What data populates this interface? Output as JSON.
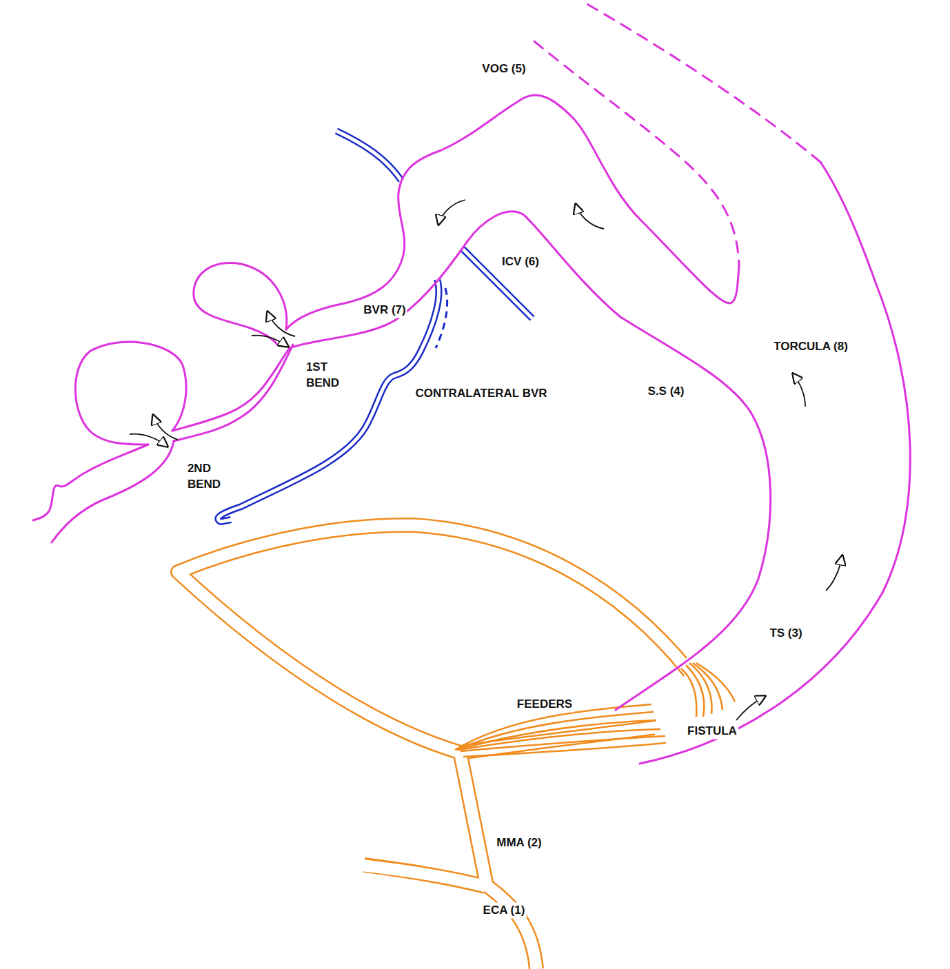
{
  "diagram": {
    "labels": [
      "VOG (5)",
      "ICV (6)",
      "BVR (7)",
      "TORCULA (8)",
      "1ST BEND",
      "2ND BEND",
      "CONTRALATERAL BVR",
      "S.S (4)",
      "TS (3)",
      "FEEDERS",
      "FISTULA",
      "MMA (2)",
      "ECA (1)"
    ]
  }
}
